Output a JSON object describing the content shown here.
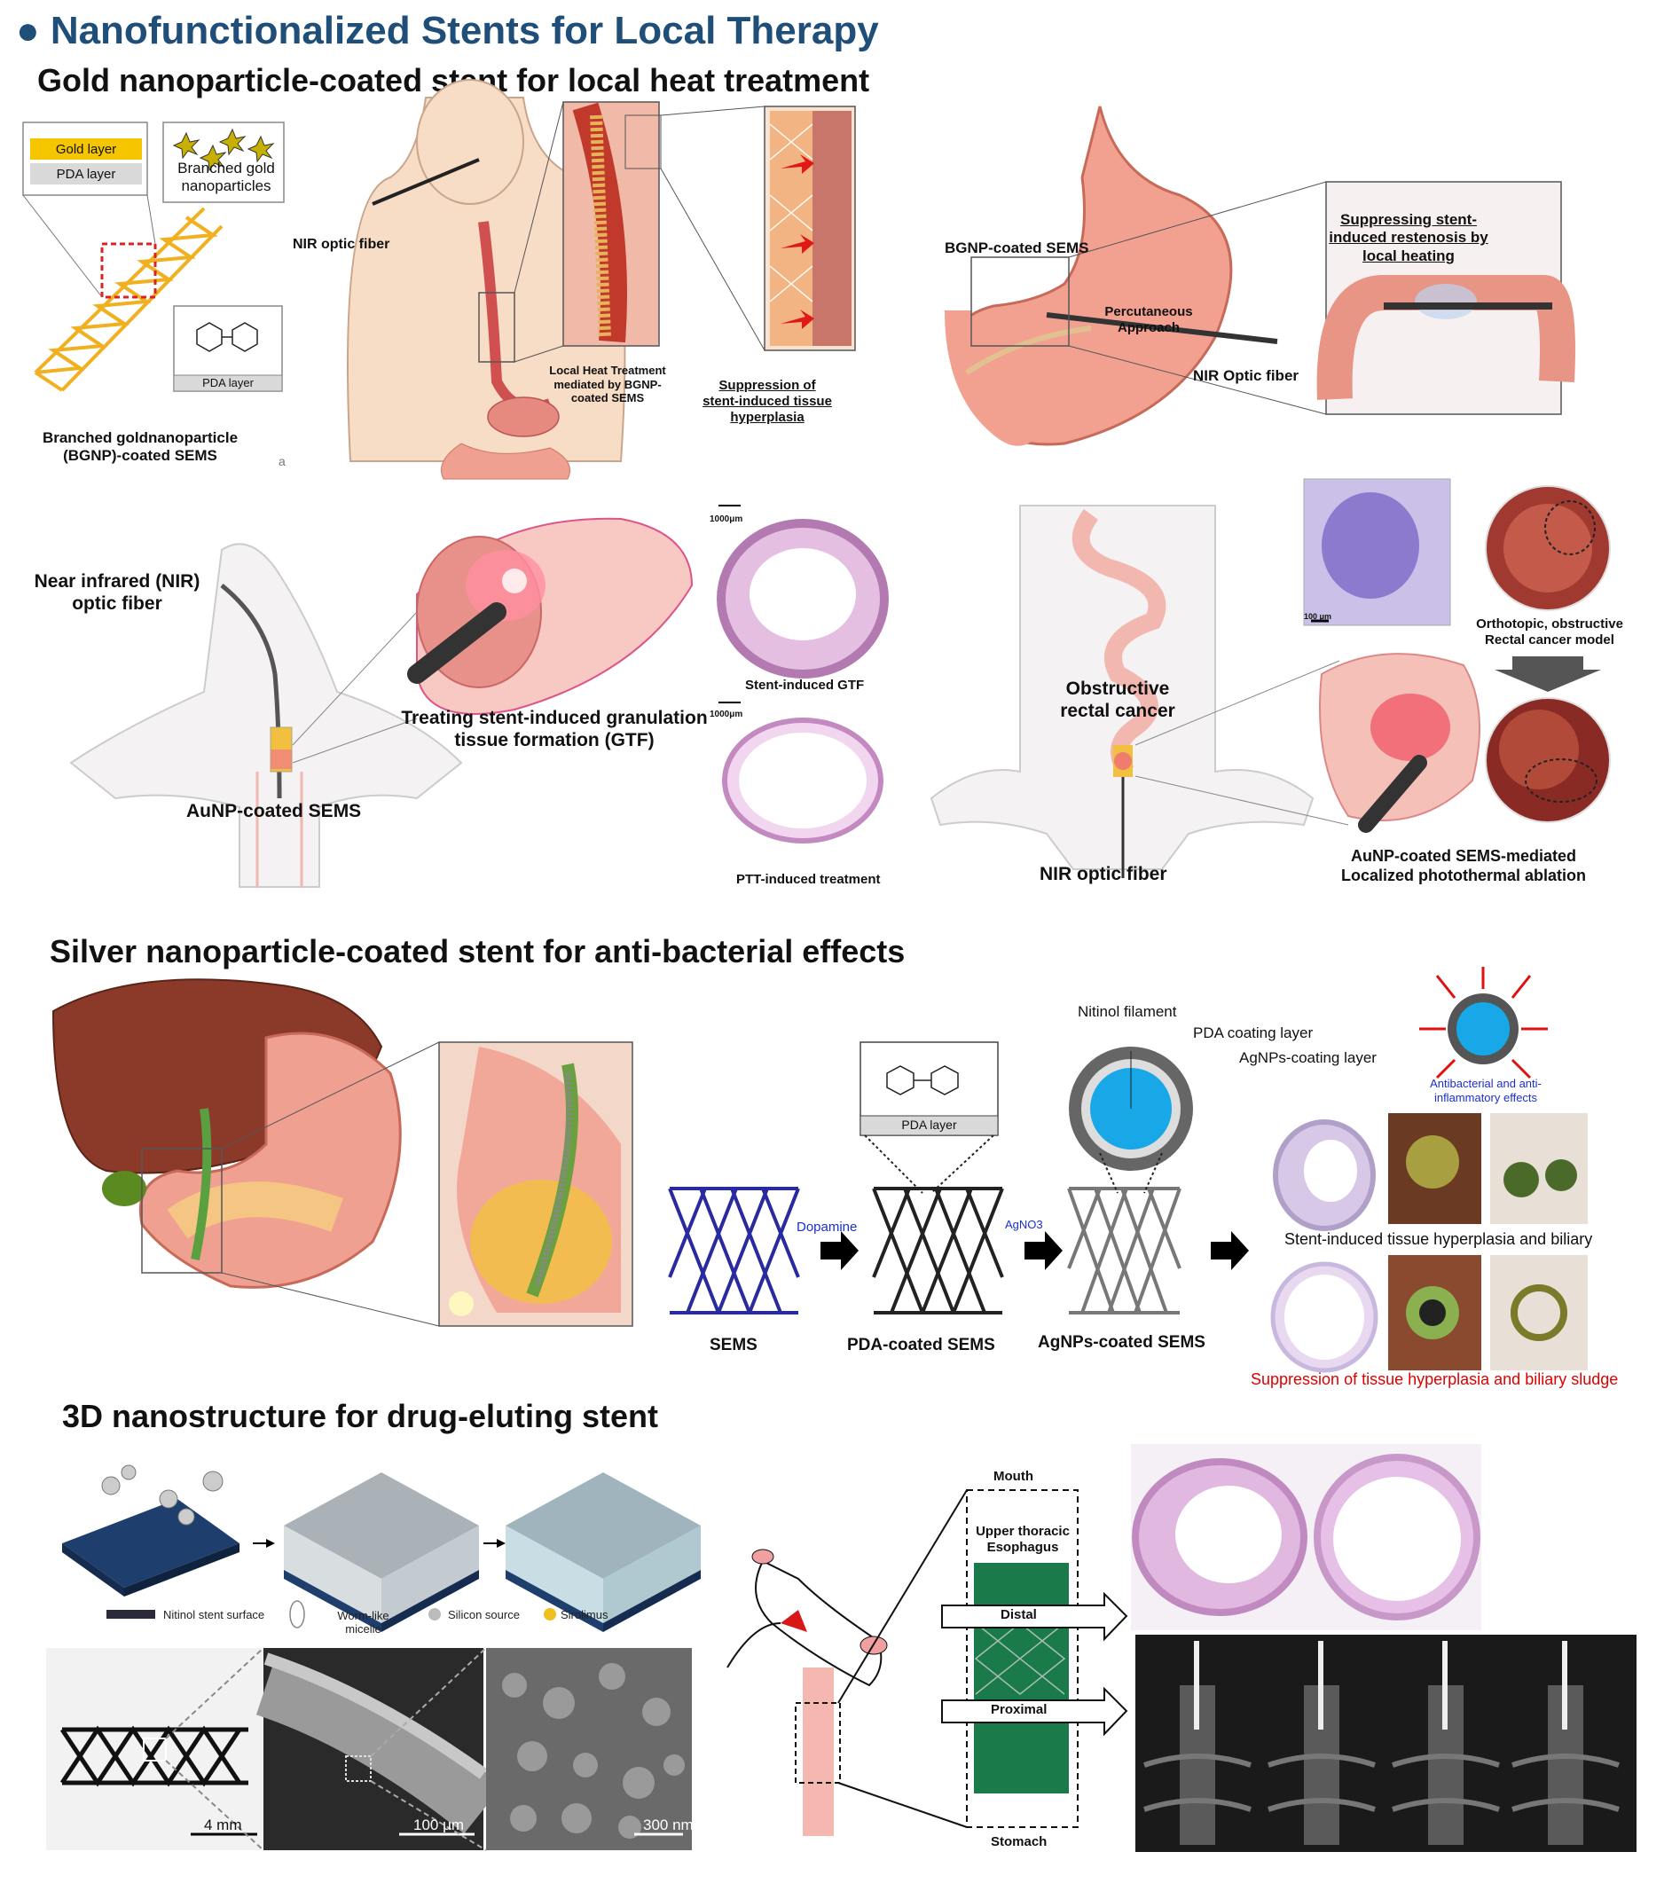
{
  "header": {
    "bullet": "●",
    "title": "Nanofunctionalized Stents for Local Therapy"
  },
  "sections": {
    "gold": "Gold nanoparticle-coated stent for local heat treatment",
    "silver": "Silver nanoparticle-coated stent for anti-bacterial effects",
    "drug": "3D nanostructure for drug-eluting stent"
  },
  "gold_top_left": {
    "gold_layer": "Gold layer",
    "pda_layer": "PDA layer",
    "branched_gold": "Branched gold nanoparticles",
    "pda_box": "PDA layer",
    "bgnp_caption": "Branched goldnanoparticle (BGNP)-coated SEMS",
    "stray_mark": "a",
    "nir_fiber": "NIR optic fiber",
    "local_heat": "Local Heat Treatment mediated by BGNP-coated SEMS",
    "suppression": "Suppression of stent-induced tissue hyperplasia"
  },
  "gold_top_right": {
    "bgnp_sems": "BGNP-coated SEMS",
    "percutaneous": "Percutaneous Approach",
    "nir_fiber": "NIR Optic fiber",
    "suppressing": "Suppressing stent-induced restenosis by local heating"
  },
  "gold_mid_left": {
    "nir": "Near infrared (NIR) optic fiber",
    "aunp": "AuNP-coated SEMS",
    "treating": "Treating stent-induced granulation tissue formation (GTF)",
    "scale1": "1000μm",
    "scale2": "1000μm",
    "gtf": "Stent-induced GTF",
    "ptt": "PTT-induced treatment"
  },
  "gold_mid_right": {
    "obstructive": "Obstructive rectal cancer",
    "nir": "NIR optic fiber",
    "scale": "100 μm",
    "orthotopic": "Orthotopic, obstructive Rectal cancer model",
    "aunp_mediated": "AuNP-coated SEMS-mediated Localized photothermal ablation"
  },
  "silver": {
    "nitinol": "Nitinol filament",
    "pda_coating": "PDA coating layer",
    "agnps_coating": "AgNPs-coating layer",
    "antibacterial": "Antibacterial and anti-inflammatory effects",
    "pda_box": "PDA layer",
    "dopamine": "Dopamine",
    "agno3": "AgNO3",
    "sems": "SEMS",
    "pda_sems": "PDA-coated SEMS",
    "agnps_sems": "AgNPs-coated SEMS",
    "stent_induced": "Stent-induced tissue hyperplasia and biliary",
    "suppression": "Suppression of tissue hyperplasia and biliary sludge"
  },
  "drug": {
    "legend": {
      "nitinol": "Nitinol stent surface",
      "worm": "Worm-like micelle",
      "silicon": "Silicon source",
      "sirolimus": "Sirolimus"
    },
    "scale_4mm": "4 mm",
    "scale_100um": "100 μm",
    "scale_300nm": "300 nm",
    "mouth": "Mouth",
    "upper": "Upper thoracic Esophagus",
    "distal": "Distal",
    "proximal": "Proximal",
    "stomach": "Stomach"
  },
  "colors": {
    "title": "#1f4e79",
    "gold": "#f2c230",
    "silver_blue": "#1aa8e0",
    "red_text": "#e00000",
    "blue_text": "#1a2fd0"
  }
}
